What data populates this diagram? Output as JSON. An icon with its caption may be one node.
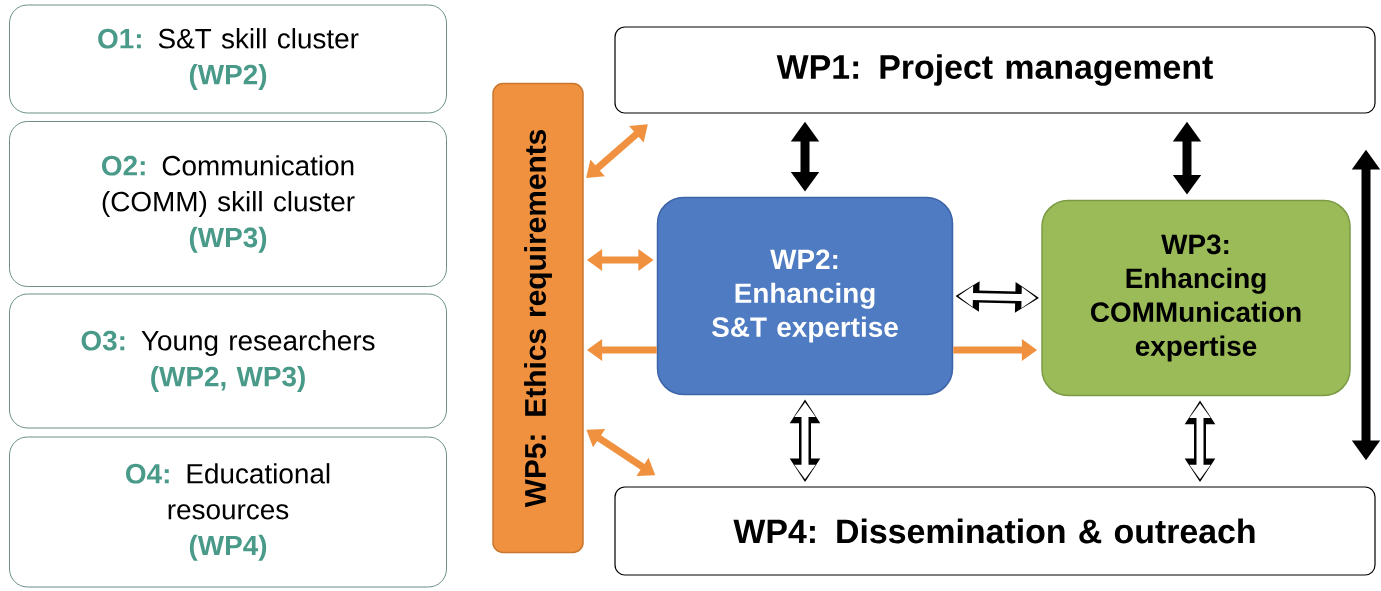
{
  "diagram": {
    "nodes": [
      {
        "text": [
          "O1:",
          "S&T skill cluster",
          "(WP2)"
        ]
      },
      {
        "text": [
          "O2:",
          "Communication (COMM) skill cluster",
          "(WP3)"
        ]
      },
      {
        "text": [
          "O3:",
          "Young researchers",
          "(WP2, WP3)"
        ]
      },
      {
        "text": [
          "O4:",
          "Educational resources",
          "(WP4)"
        ]
      },
      {
        "text": [
          "WP1: Project management"
        ]
      },
      {
        "text": [
          "WP5: Ethics requirements"
        ]
      },
      {
        "text": [
          "WP2:",
          "Enhancing S&T expertise"
        ]
      },
      {
        "text": [
          "WP3:",
          "Enhancing COMMunication expertise"
        ]
      },
      {
        "text": [
          "WP4: Dissemination & outreach"
        ]
      }
    ],
    "edges": [
      {
        "from": 4,
        "to": 6,
        "arrow": "both",
        "color": "#000000"
      },
      {
        "from": 4,
        "to": 7,
        "arrow": "both",
        "color": "#000000"
      },
      {
        "from": 6,
        "to": 7,
        "arrow": "both",
        "color": "#ffffff"
      },
      {
        "from": 6,
        "to": 8,
        "arrow": "both",
        "color": "#ffffff"
      },
      {
        "from": 7,
        "to": 8,
        "arrow": "both",
        "color": "#ffffff"
      },
      {
        "from": 5,
        "to": 4,
        "arrow": "both"
      },
      {
        "from": 5,
        "to": 6,
        "arrow": "both"
      },
      {
        "from": 6,
        "to": 5,
        "arrow": "to"
      },
      {
        "from": 5,
        "to": 8,
        "arrow": "both"
      },
      {
        "from": 6,
        "to": 7,
        "arrow": "to"
      },
      {
        "from": 4,
        "to": 8,
        "arrow": "both",
        "color": "#000000"
      }
    ]
  }
}
